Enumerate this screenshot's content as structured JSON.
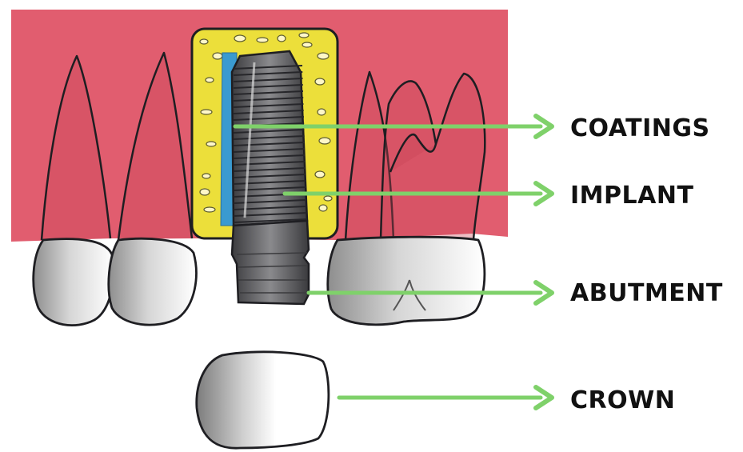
{
  "colors": {
    "gum": "#e15d6f",
    "gum_dark": "#c94457",
    "bone": "#ecdf3a",
    "coating": "#3a9ad0",
    "implant": "#5f5f62",
    "tooth": "#ffffff",
    "tooth_shade": "#9c9c9c",
    "outline": "#1e1e22",
    "arrow": "#7fd16a"
  },
  "labels": [
    {
      "id": "coatings",
      "text": "COATINGS"
    },
    {
      "id": "implant",
      "text": "IMPLANT"
    },
    {
      "id": "abutment",
      "text": "ABUTMENT"
    },
    {
      "id": "crown",
      "text": "CROWN"
    }
  ],
  "icons": {
    "arrow": "arrow-right-icon"
  }
}
